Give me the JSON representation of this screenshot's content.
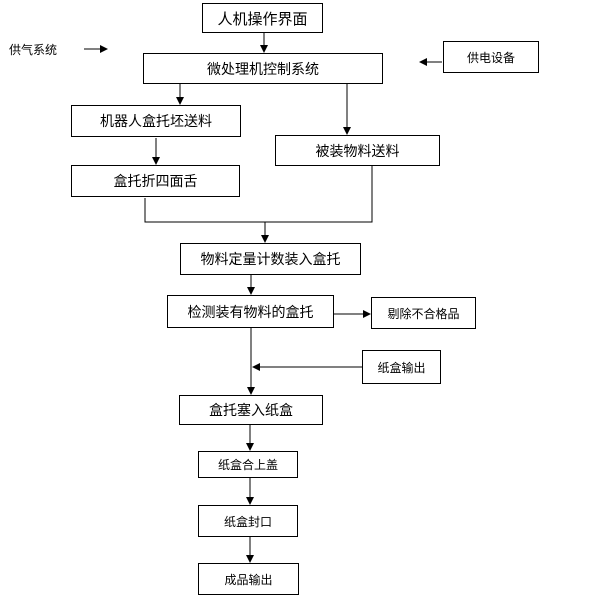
{
  "nodes": {
    "hmi": "人机操作界面",
    "gas_supply": "供气系统",
    "controller": "微处理机控制系统",
    "power_supply": "供电设备",
    "robot_feed": "机器人盒托坯送料",
    "material_feed": "被装物料送料",
    "fold_tray": "盒托折四面舌",
    "quantify_fill": "物料定量计数装入盒托",
    "inspect": "检测装有物料的盒托",
    "reject": "剔除不合格品",
    "carton_out": "纸盒输出",
    "insert_carton": "盒托塞入纸盒",
    "close_lid": "纸盒合上盖",
    "seal": "纸盒封口",
    "product_out": "成品输出"
  }
}
